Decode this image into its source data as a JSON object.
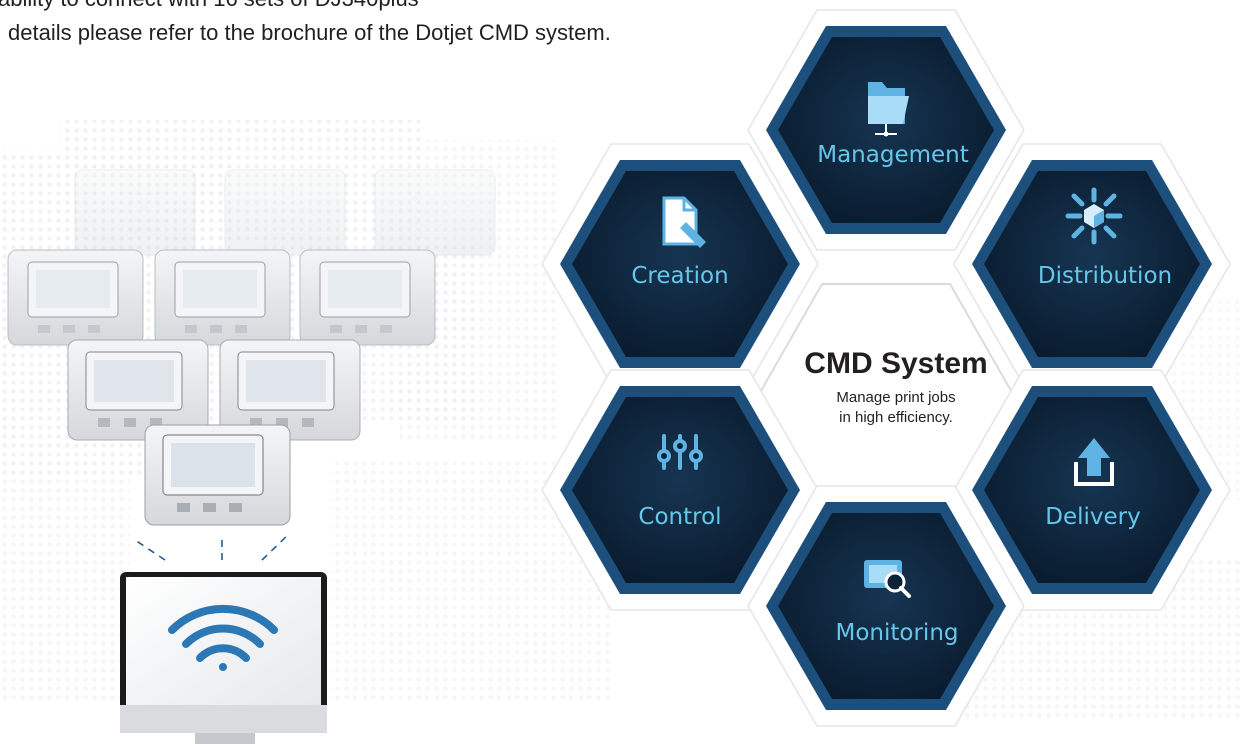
{
  "intro": {
    "line1": "ability to connect with 16 sets of DJ340plus",
    "line2": " details please refer to the brochure of the Dotjet CMD system."
  },
  "center": {
    "title": "CMD System",
    "subtitle_line1": "Manage print jobs",
    "subtitle_line2": "in high efficiency."
  },
  "modules": {
    "management": "Management",
    "creation": "Creation",
    "distribution": "Distribution",
    "control": "Control",
    "delivery": "Delivery",
    "monitoring": "Monitoring"
  },
  "icons": {
    "management": "folder-network-icon",
    "creation": "document-edit-icon",
    "distribution": "cube-distribution-icon",
    "control": "sliders-icon",
    "delivery": "upload-icon",
    "monitoring": "monitor-search-icon",
    "monitor": "wifi-icon"
  },
  "colors": {
    "hex_outer_border": "#1d4f7c",
    "hex_inner": "#0c2237",
    "label_blue": "#66c6ea",
    "text_dark": "#231f20"
  }
}
